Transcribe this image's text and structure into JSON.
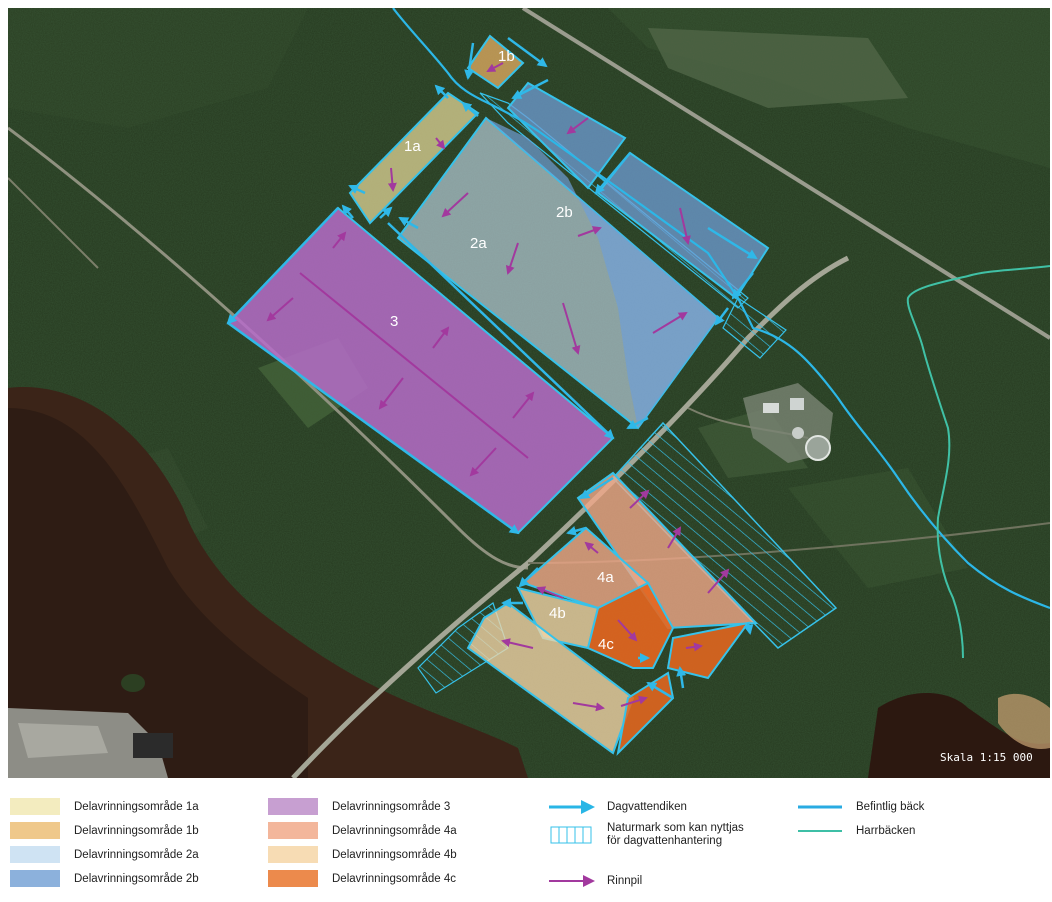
{
  "map": {
    "area_labels": {
      "a1a": "1a",
      "a1b": "1b",
      "a2a": "2a",
      "a2b": "2b",
      "a3": "3",
      "a4a": "4a",
      "a4b": "4b",
      "a4c": "4c"
    },
    "scale": "Skala  1:15 000"
  },
  "legend": {
    "areas": [
      {
        "label": "Delavrinningsområde 1a",
        "color": "#f3ecbf"
      },
      {
        "label": "Delavrinningsområde 1b",
        "color": "#efc88a"
      },
      {
        "label": "Delavrinningsområde 2a",
        "color": "#cfe3f3"
      },
      {
        "label": "Delavrinningsområde 2b",
        "color": "#8cb1dc"
      },
      {
        "label": "Delavrinningsområde 3",
        "color": "#c79fd1"
      },
      {
        "label": "Delavrinningsområde 4a",
        "color": "#f3b69b"
      },
      {
        "label": "Delavrinningsområde 4b",
        "color": "#f7dcb4"
      },
      {
        "label": "Delavrinningsområde 4c",
        "color": "#ec8a4c"
      }
    ],
    "symbols": {
      "ditch": "Dagvattendiken",
      "natural_line1": "Naturmark som kan nyttjas",
      "natural_line2": "för dagvattenhantering",
      "flow": "Rinnpil",
      "stream": "Befintlig bäck",
      "harrbacken": "Harrbäcken"
    },
    "colors": {
      "ditch": "#29b6e6",
      "flow": "#a2399e",
      "stream": "#29abe2",
      "harrbacken": "#3dbfa6"
    }
  }
}
